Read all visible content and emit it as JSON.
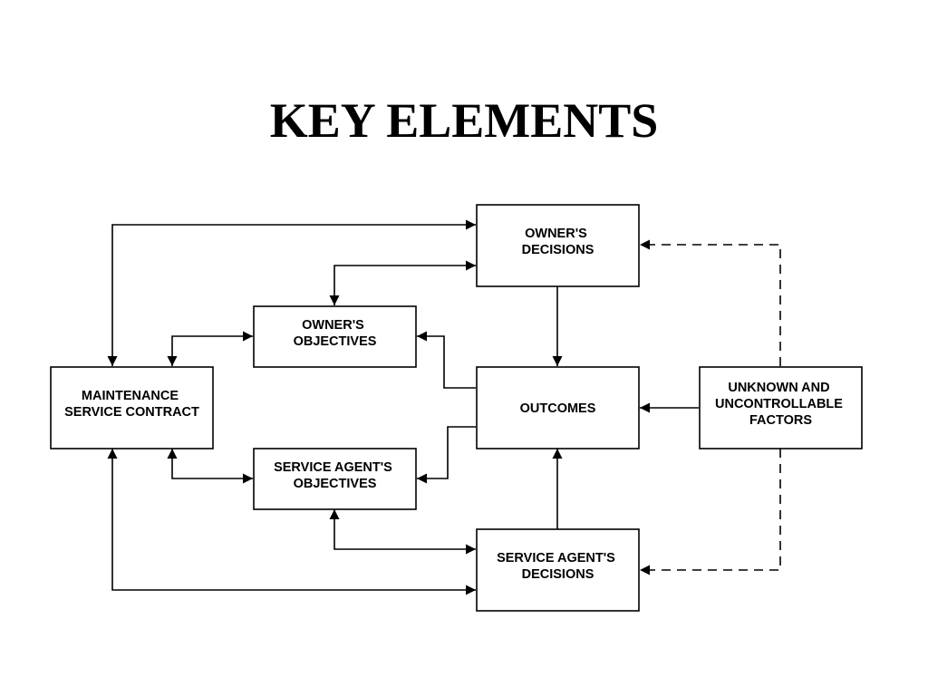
{
  "title": "KEY ELEMENTS",
  "nodes": {
    "owners_decisions": [
      "OWNER'S",
      "DECISIONS"
    ],
    "owners_objectives": [
      "OWNER'S",
      "OBJECTIVES"
    ],
    "maintenance_contract": [
      "MAINTENANCE",
      "SERVICE CONTRACT"
    ],
    "outcomes": [
      "OUTCOMES"
    ],
    "unknown_factors": [
      "UNKNOWN AND",
      "UNCONTROLLABLE",
      "FACTORS"
    ],
    "agents_objectives": [
      "SERVICE AGENT'S",
      "OBJECTIVES"
    ],
    "agents_decisions": [
      "SERVICE AGENT'S",
      "DECISIONS"
    ]
  },
  "colors": {
    "line": "#000000",
    "background": "#ffffff"
  }
}
